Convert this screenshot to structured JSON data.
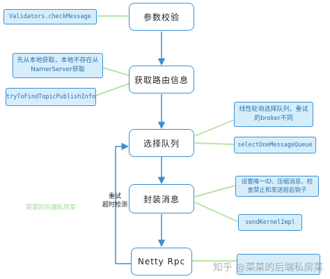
{
  "steps": [
    {
      "label": "参数校验"
    },
    {
      "label": "获取路由信息"
    },
    {
      "label": "选择队列"
    },
    {
      "label": "封装消息"
    },
    {
      "label": "Netty Rpc"
    }
  ],
  "notes": {
    "check_message": "Validators.checkMessage",
    "local_fetch": "先从本地获取，本地不存在从NamerServer获取",
    "try_find": "tryToFindTopicPublishInfo",
    "round_robin": "线性轮询选择队列，重试的broker不同",
    "select_queue": "selectOneMessageQueue",
    "package": "设置唯一ID、压缩消息、检查禁止和发送前后钩子",
    "send_kernel": "sendKernelImpl"
  },
  "loop_label": "重试\n超时检测",
  "watermark_green": "菜菜的后端私房菜",
  "watermark_zhihu": "知乎 @菜菜的后端私房菜",
  "colors": {
    "main_border": "#3b8fd0",
    "note_fill": "#d6eefb",
    "arrow": "#3b8fd0",
    "connector": "#b8e3a8"
  }
}
